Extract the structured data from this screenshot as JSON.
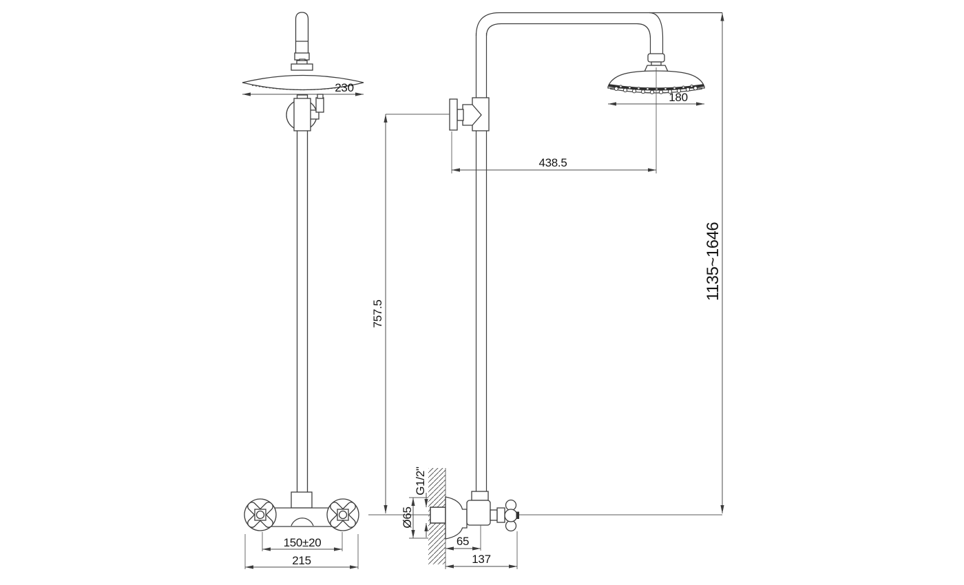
{
  "drawing": {
    "kind": "shower-system-installation-drawing",
    "dimensions": {
      "front": {
        "head_width": "230",
        "handle_spacing": "150±20",
        "overall_width": "215"
      },
      "side": {
        "head_diameter": "180",
        "arm_reach": "438.5",
        "riser_height": "757.5",
        "overall_height": "1135~1646",
        "flange_diameter": "Ø65",
        "thread_size": "G1/2\"",
        "wall_to_riser": "65",
        "wall_to_handle": "137"
      }
    },
    "colors": {
      "background": "#ffffff",
      "part_line": "#3c3c3c",
      "dimension_line": "#4a4a4a",
      "text": "#151515"
    }
  }
}
